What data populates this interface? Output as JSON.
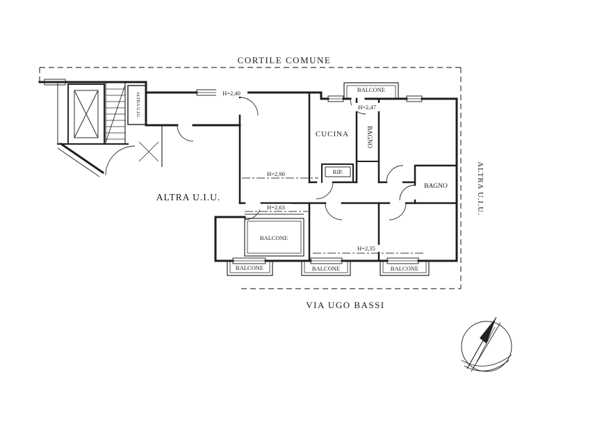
{
  "plan": {
    "top_label": "CORTILE COMUNE",
    "bottom_label": "VIA UGO BASSI",
    "adjacent_units": {
      "left": "ALTRA U.I.U.",
      "right": "ALTRA U.I.U.",
      "stairwell": "ALTRA U.I.U."
    },
    "rooms": {
      "kitchen": "CUCINA",
      "bathroom_small": "BAGNO",
      "bathroom_right": "BAGNO",
      "storage": "RIP.",
      "balcony_top": "BALCONE",
      "balcony_courtyard": "BALCONE",
      "balcony_bottom_left": "BALCONE",
      "balcony_bottom_center": "BALCONE",
      "balcony_bottom_right": "BALCONE"
    },
    "ceiling_heights": {
      "h_corridor_top": "H=2,40",
      "h_balcony_door": "H=2,47",
      "h_living": "H=2,90",
      "h_room_left": "H=2,63",
      "h_room_center": "H=2,35"
    },
    "colors": {
      "ink": "#1c1c1c",
      "paper": "#ffffff"
    }
  }
}
